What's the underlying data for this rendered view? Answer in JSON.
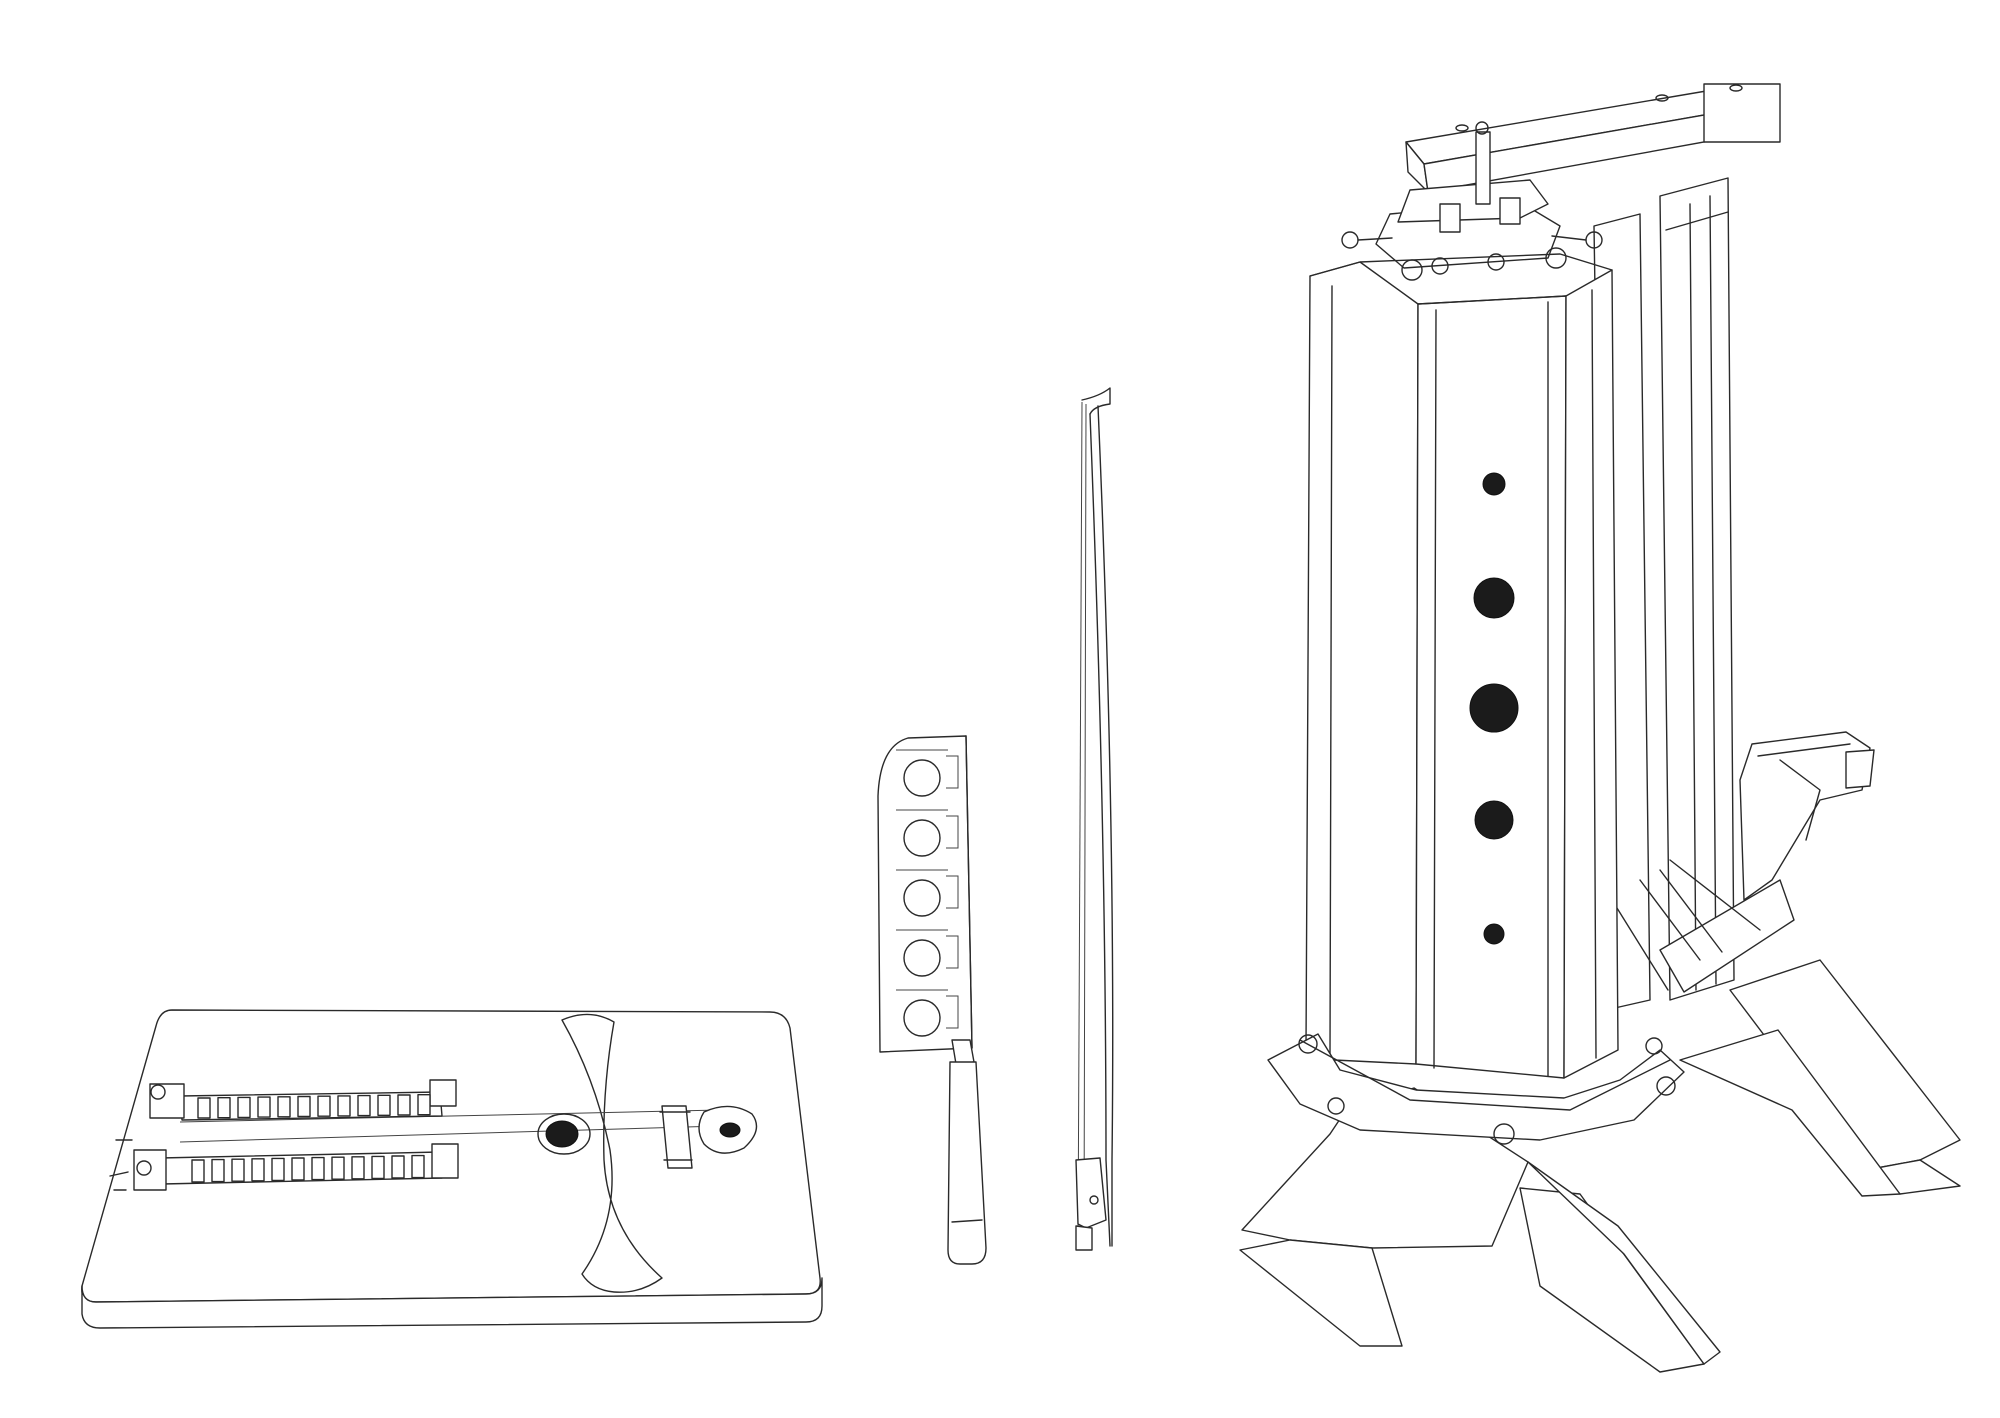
{
  "figure": {
    "kind": "line-drawing",
    "objects": [
      {
        "id": "keyboard-board",
        "icon": "instrument-board-icon"
      },
      {
        "id": "blade",
        "icon": "perforated-blade-icon"
      },
      {
        "id": "bow",
        "icon": "violin-bow-icon"
      },
      {
        "id": "column-machine",
        "icon": "octagonal-column-machine-icon"
      }
    ],
    "hole_count": 5
  }
}
